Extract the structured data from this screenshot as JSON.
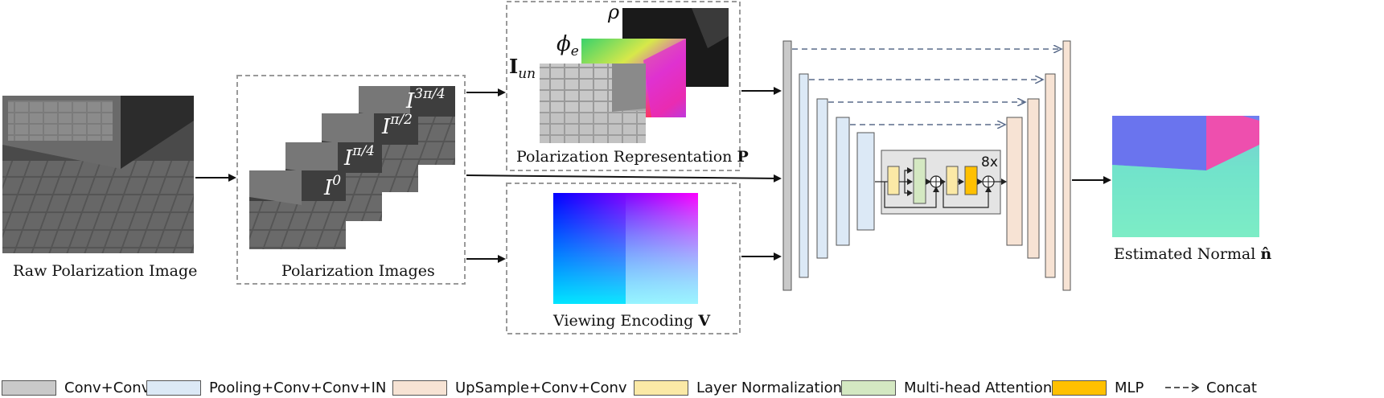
{
  "labels": {
    "raw": "Raw Polarization Image",
    "pol_images": "Polarization Images",
    "pol_repr": "Polarization Representation",
    "pol_repr_symbol": "P",
    "view_enc": "Viewing Encoding",
    "view_enc_symbol": "V",
    "estimated": "Estimated Normal",
    "estimated_symbol": "n̂",
    "repeat": "8x"
  },
  "angle_labels": {
    "i0_base": "I",
    "i0_sup": "0",
    "i1_base": "I",
    "i1_sup": "π/4",
    "i2_base": "I",
    "i2_sup": "π/2",
    "i3_base": "I",
    "i3_sup": "3π/4"
  },
  "repr_labels": {
    "rho": "ρ",
    "phi_base": "ϕ",
    "phi_sub": "e",
    "iun_base": "I",
    "iun_sub": "un"
  },
  "legend": [
    {
      "label": "Conv+Conv",
      "color": "#c9c9c9"
    },
    {
      "label": "Pooling+Conv+Conv+IN",
      "color": "#dce9f6"
    },
    {
      "label": "UpSample+Conv+Conv",
      "color": "#f7e3d4"
    },
    {
      "label": "Layer Normalization",
      "color": "#fbe9a6"
    },
    {
      "label": "Multi-head Attention",
      "color": "#d4e8c2"
    },
    {
      "label": "MLP",
      "color": "#ffc000"
    },
    {
      "label": "Concat",
      "icon": "dashed-arrow-icon"
    }
  ],
  "colors": {
    "conv": "#c9c9c9",
    "pool": "#dce9f6",
    "up": "#f7e3d4",
    "ln": "#fbe9a6",
    "mha": "#d4e8c2",
    "mlp": "#ffc000",
    "concat_arrow": "#5a6b8a",
    "dashed_box": "#9a9a9a"
  }
}
